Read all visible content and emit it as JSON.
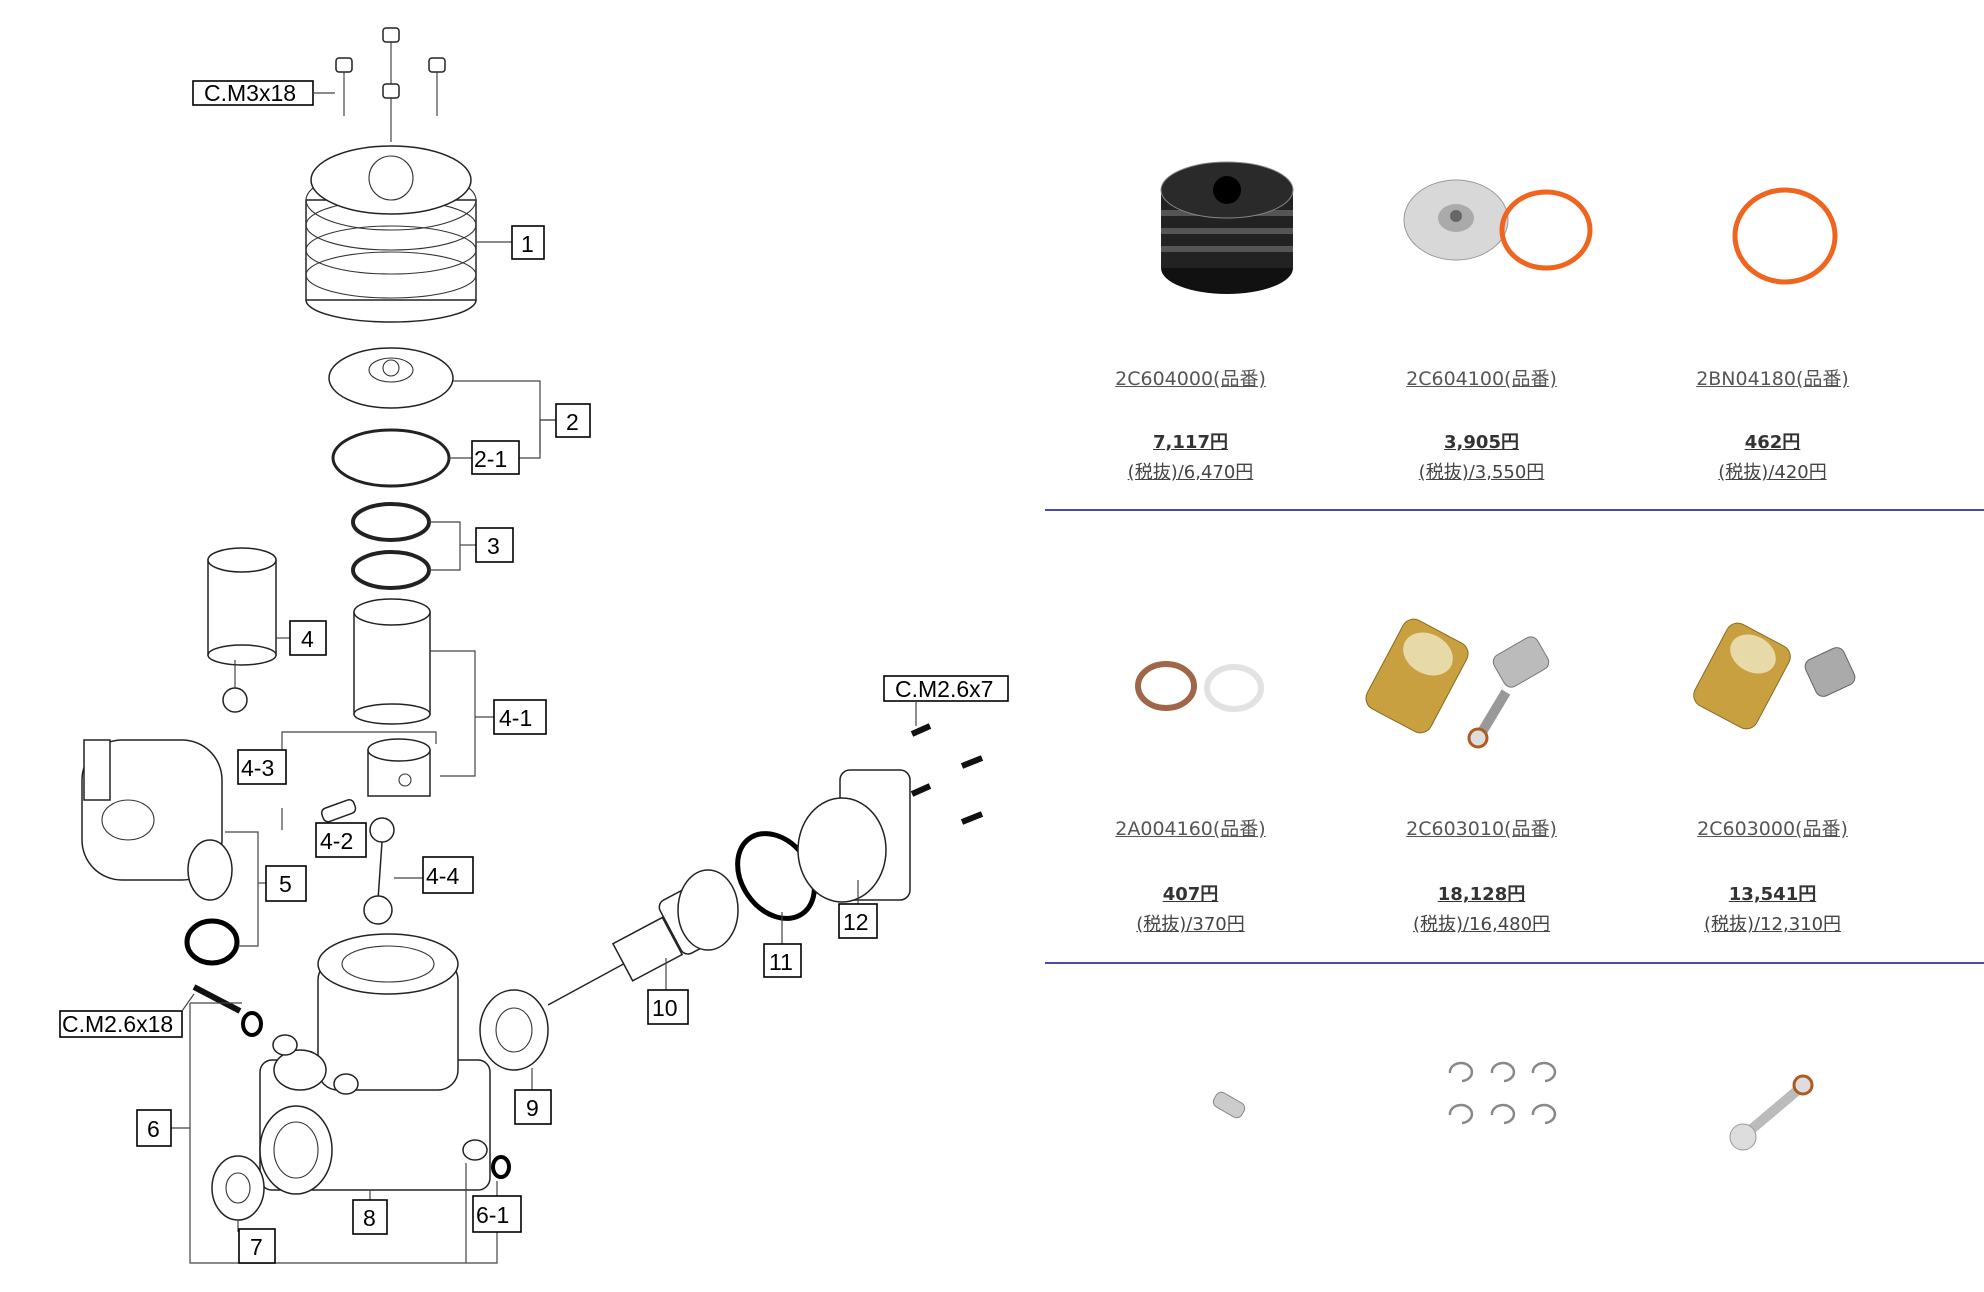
{
  "diagram": {
    "screw_labels": {
      "top": "C.M3x18",
      "right": "C.M2.6x7",
      "left": "C.M2.6x18"
    },
    "callouts": [
      "1",
      "2",
      "2-1",
      "3",
      "4",
      "4-1",
      "4-3",
      "4-2",
      "4-4",
      "5",
      "6",
      "6-1",
      "7",
      "8",
      "9",
      "10",
      "11",
      "12"
    ]
  },
  "catalog": {
    "rows": [
      {
        "items": [
          {
            "part_no": "2C604000(品番)",
            "price": "7,117円",
            "price_ex": "(税抜)/6,470円",
            "icon": "cylinder-head-icon"
          },
          {
            "part_no": "2C604100(品番)",
            "price": "3,905円",
            "price_ex": "(税抜)/3,550円",
            "icon": "head-button-oring-icon"
          },
          {
            "part_no": "2BN04180(品番)",
            "price": "462円",
            "price_ex": "(税抜)/420円",
            "icon": "oring-icon"
          }
        ]
      },
      {
        "items": [
          {
            "part_no": "2A004160(品番)",
            "price": "407円",
            "price_ex": "(税抜)/370円",
            "icon": "gasket-icon"
          },
          {
            "part_no": "2C603010(品番)",
            "price": "18,128円",
            "price_ex": "(税抜)/16,480円",
            "icon": "liner-piston-rod-icon"
          },
          {
            "part_no": "2C603000(品番)",
            "price": "13,541円",
            "price_ex": "(税抜)/12,310円",
            "icon": "liner-piston-icon"
          }
        ]
      },
      {
        "items": [
          {
            "icon": "wrist-pin-icon"
          },
          {
            "icon": "circlip-icon"
          },
          {
            "icon": "connecting-rod-icon"
          }
        ]
      }
    ]
  },
  "colors": {
    "separator": "#4a4aa8",
    "oring": "#f0641e",
    "brass": "#c8a040"
  }
}
